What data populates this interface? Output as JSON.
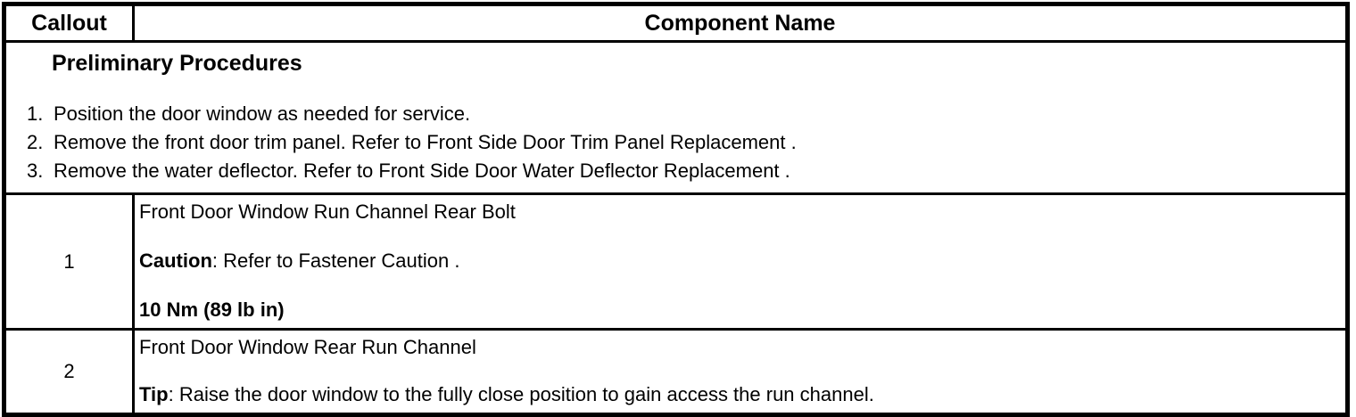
{
  "table": {
    "header": {
      "callout": "Callout",
      "component": "Component Name"
    },
    "preliminary": {
      "title": "Preliminary Procedures",
      "steps": [
        {
          "num": "1.",
          "text": "Position the door window as needed for service."
        },
        {
          "num": "2.",
          "text": "Remove the front door trim panel. Refer to Front Side Door Trim Panel Replacement ."
        },
        {
          "num": "3.",
          "text": "Remove the water deflector. Refer to Front Side Door Water Deflector Replacement ."
        }
      ]
    },
    "rows": [
      {
        "callout": "1",
        "component": "Front Door Window Run Channel Rear Bolt",
        "note_label": "Caution",
        "note_rest": ": Refer to Fastener Caution .",
        "torque": "10 Nm (89 lb in)"
      },
      {
        "callout": "2",
        "component": "Front Door Window Rear Run Channel",
        "note_label": "Tip",
        "note_rest": ": Raise the door window to the fully close position to gain access the run channel."
      }
    ]
  },
  "colors": {
    "border": "#000000",
    "text": "#000000",
    "background": "#ffffff"
  }
}
